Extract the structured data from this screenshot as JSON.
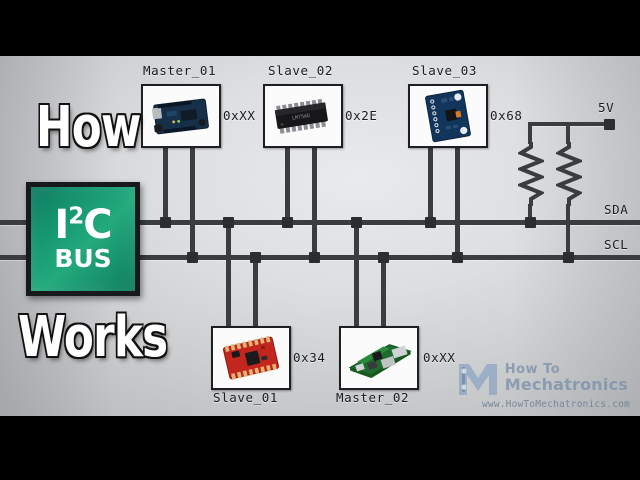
{
  "meta": {
    "title": "How I2C Bus Works",
    "background_top_color": "#000000",
    "canvas_color": "#dcdee0",
    "wire_color": "#3a3c40"
  },
  "titles": {
    "how": "How",
    "works": "Works"
  },
  "badge": {
    "line1_main": "I",
    "line1_sup": "2",
    "line1_tail": "C",
    "line2": "BUS",
    "bg_color": "#15956f",
    "border_color": "#17191b",
    "text_color": "#ffffff"
  },
  "bus": {
    "sda_label": "SDA",
    "scl_label": "SCL",
    "supply_label": "5V"
  },
  "devices": [
    {
      "id": "master-01",
      "label": "Master_01",
      "address": "0xXX",
      "art": "arduino-uno",
      "label_position": "above"
    },
    {
      "id": "slave-02",
      "label": "Slave_02",
      "address": "0x2E",
      "art": "soic-ic",
      "label_position": "above"
    },
    {
      "id": "slave-03",
      "label": "Slave_03",
      "address": "0x68",
      "art": "mpu6050-board",
      "label_position": "above"
    },
    {
      "id": "slave-01",
      "label": "Slave_01",
      "address": "0x34",
      "art": "red-breakout",
      "label_position": "below"
    },
    {
      "id": "master-02",
      "label": "Master_02",
      "address": "0xXX",
      "art": "raspberry-pi",
      "label_position": "below"
    }
  ],
  "watermark": {
    "line1": "How To",
    "line2": "Mechatronics",
    "url": "www.HowToMechatronics.com",
    "color": "#7f93ad"
  }
}
